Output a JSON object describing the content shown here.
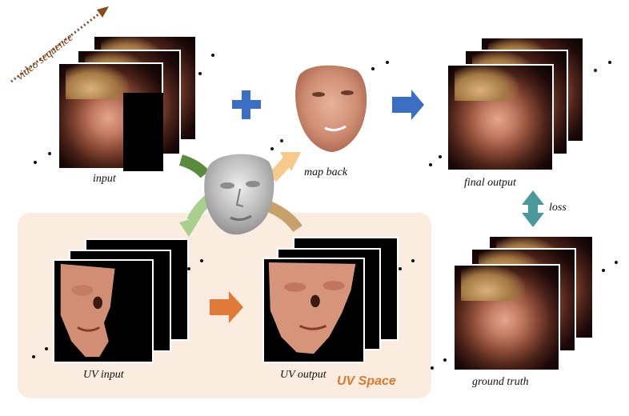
{
  "diagram": {
    "labels": {
      "video_sequence": "video sequence",
      "input": "input",
      "map_back": "map back",
      "final_output": "final output",
      "loss": "loss",
      "uv_input": "UV input",
      "uv_output": "UV output",
      "uv_space": "UV Space",
      "ground_truth": "ground truth"
    },
    "colors": {
      "uv_panel": "#fbece0",
      "uv_space_text": "#d9782f",
      "plus": "#3a6fc4",
      "blue_arrow": "#3a6fc4",
      "orange_arrow": "#e07a3a",
      "loss_arrow": "#4a9a9c",
      "green_arrow": "#a9cf8e",
      "dark_green_arrow": "#5a8a3c",
      "peach_arrow": "#f7c98a",
      "tan_arrow": "#c8a06a",
      "video_arrow": "#8a4a1c"
    },
    "icons": {
      "plus": "plus-icon",
      "face_mesh": "3d-face-mesh-icon"
    }
  }
}
